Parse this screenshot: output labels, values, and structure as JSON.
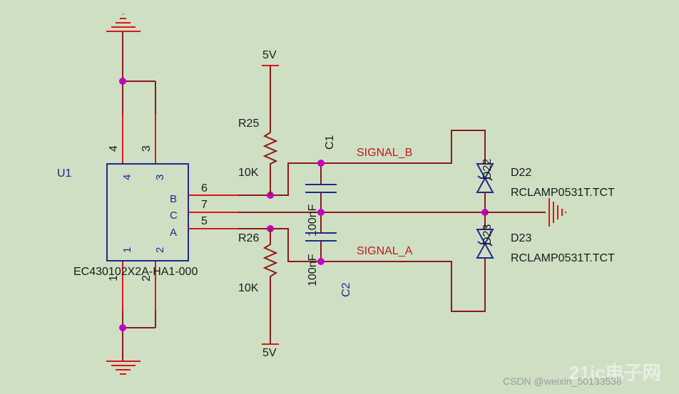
{
  "u1": {
    "ref": "U1",
    "part": "EC430102X2A-HA1-000",
    "pins": {
      "p1": "1",
      "p2": "2",
      "p3": "3",
      "p4": "4",
      "p5": "5",
      "p6": "6",
      "p7": "7"
    },
    "body_pins": {
      "p1": "1",
      "p2": "2",
      "p3": "3",
      "p4": "4"
    },
    "body_labels": {
      "a": "A",
      "b": "B",
      "c": "C"
    },
    "overlap": {
      "p1": "1",
      "p2": "2"
    }
  },
  "resistors": {
    "r25": {
      "ref": "R25",
      "value": "10K"
    },
    "r26": {
      "ref": "R26",
      "value": "10K"
    }
  },
  "capacitors": {
    "c1": {
      "ref": "C1",
      "value": "100nF"
    },
    "c2": {
      "ref": "C2",
      "value": "100nF"
    }
  },
  "diodes": {
    "d22": {
      "ref": "D22",
      "part": "RCLAMP0531T.TCT"
    },
    "d23": {
      "ref": "D23",
      "part": "RCLAMP0531T.TCT"
    }
  },
  "nets": {
    "signal_a": "SIGNAL_A",
    "signal_b": "SIGNAL_B"
  },
  "power": {
    "top": "5V",
    "bottom": "5V"
  },
  "watermark": {
    "csdn": "CSDN @weixin_50133538",
    "logo": "21ic电子网"
  }
}
